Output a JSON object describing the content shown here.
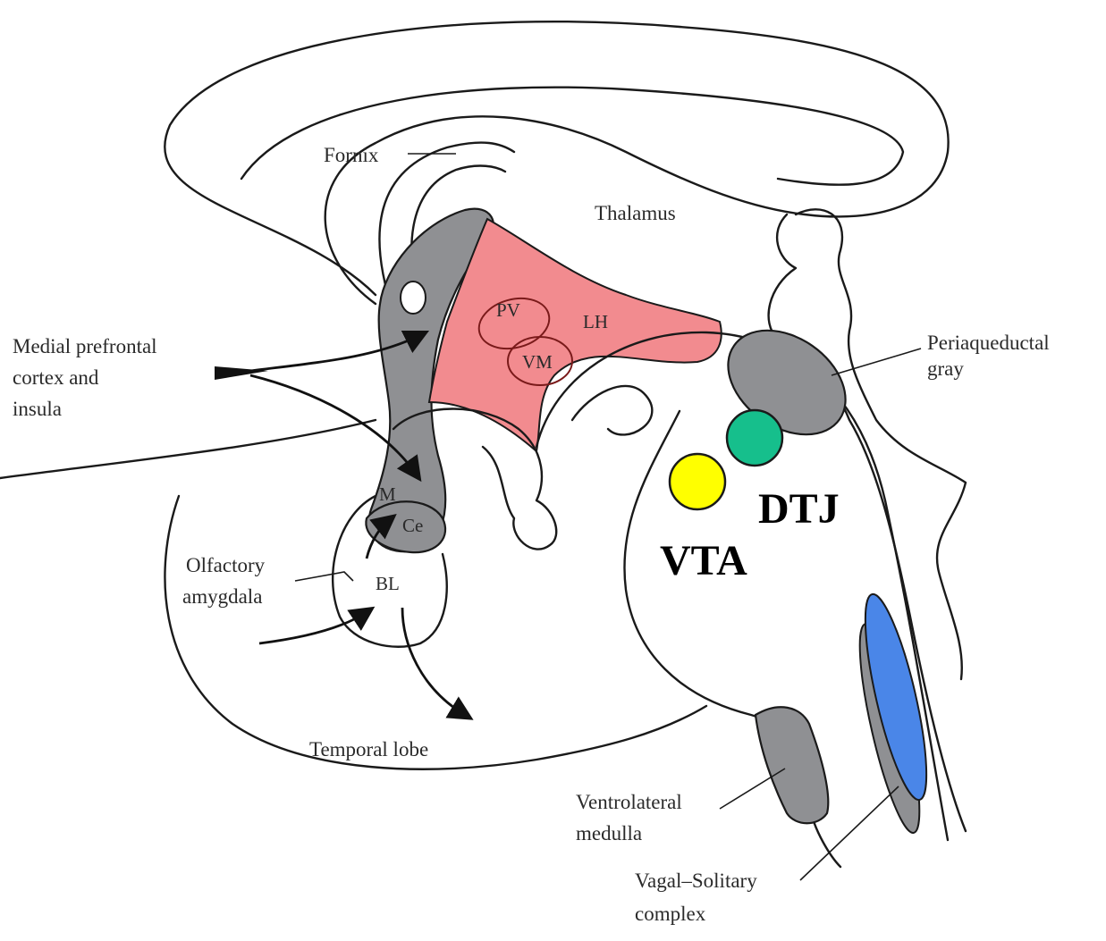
{
  "labels": {
    "fornix": "Fornix",
    "thalamus": "Thalamus",
    "periaqueductal_1": "Periaqueductal",
    "periaqueductal_2": "gray",
    "mpfc_1": "Medial prefrontal",
    "mpfc_2": "cortex and",
    "mpfc_3": "insula",
    "pv": "PV",
    "lh": "LH",
    "vm": "VM",
    "m": "M",
    "ce": "Ce",
    "bl": "BL",
    "olfactory_1": "Olfactory",
    "olfactory_2": "amygdala",
    "temporal": "Temporal lobe",
    "vlm_1": "Ventrolateral",
    "vlm_2": "medulla",
    "vagal_1": "Vagal–Solitary",
    "vagal_2": "complex",
    "vta": "VTA",
    "dtj": "DTJ"
  },
  "colors": {
    "hypothalamus": "#f28b8f",
    "gray_region": "#8f9093",
    "vta_marker": "#ffff00",
    "dtj_marker": "#16bf8c",
    "vagal_blue": "#4a86e8"
  }
}
